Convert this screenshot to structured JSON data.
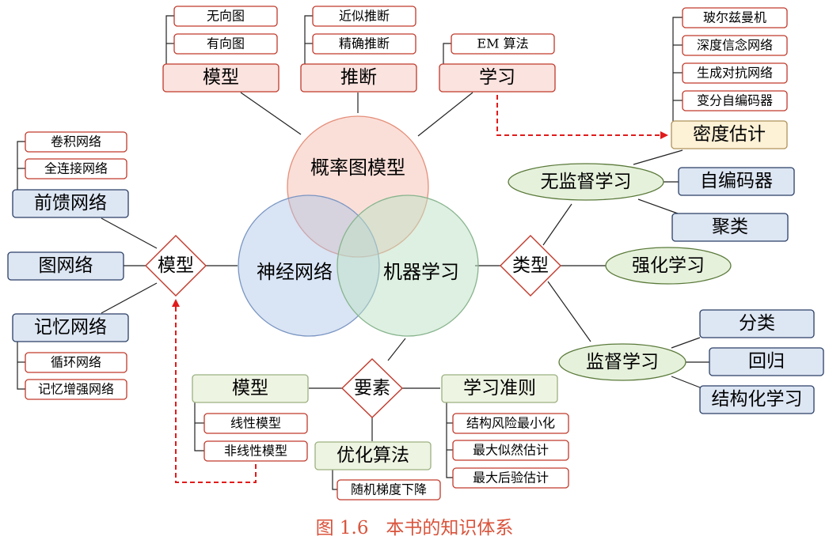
{
  "circles": {
    "pgm": "概率图模型",
    "nn": "神经网络",
    "ml": "机器学习"
  },
  "pgm": {
    "model": "模型",
    "model_items": [
      "无向图",
      "有向图"
    ],
    "inference": "推断",
    "inference_items": [
      "近似推断",
      "精确推断"
    ],
    "learning": "学习",
    "learning_items": [
      "EM 算法"
    ]
  },
  "density": {
    "label": "密度估计",
    "items": [
      "玻尔兹曼机",
      "深度信念网络",
      "生成对抗网络",
      "变分自编码器"
    ]
  },
  "nn": {
    "model": "模型",
    "feedforward": "前馈网络",
    "feedforward_items": [
      "卷积网络",
      "全连接网络"
    ],
    "graph": "图网络",
    "memory": "记忆网络",
    "memory_items": [
      "循环网络",
      "记忆增强网络"
    ]
  },
  "ml_types": {
    "label": "类型",
    "unsupervised": "无监督学习",
    "unsupervised_items": [
      "自编码器",
      "聚类"
    ],
    "reinforcement": "强化学习",
    "supervised": "监督学习",
    "supervised_items": [
      "分类",
      "回归",
      "结构化学习"
    ]
  },
  "elements": {
    "label": "要素",
    "model": "模型",
    "model_items": [
      "线性模型",
      "非线性模型"
    ],
    "criterion": "学习准则",
    "criterion_items": [
      "结构风险最小化",
      "最大似然估计",
      "最大后验估计"
    ],
    "optimization": "优化算法",
    "optimization_items": [
      "随机梯度下降"
    ]
  },
  "caption": {
    "number": "图 1.6",
    "title": "本书的知识体系"
  },
  "colors": {
    "red_border": "#c0392b",
    "red_fill": "#fbe3df",
    "blue_border": "#2b3f66",
    "blue_fill": "#dde6f3",
    "green_border": "#5a7a3a",
    "green_fill": "#e6f1dc",
    "box_green_fill": "#eef4e2",
    "yellow_fill": "#fdf1d6",
    "arrow_red": "#e01b1b",
    "caption_color": "#d9533b"
  }
}
